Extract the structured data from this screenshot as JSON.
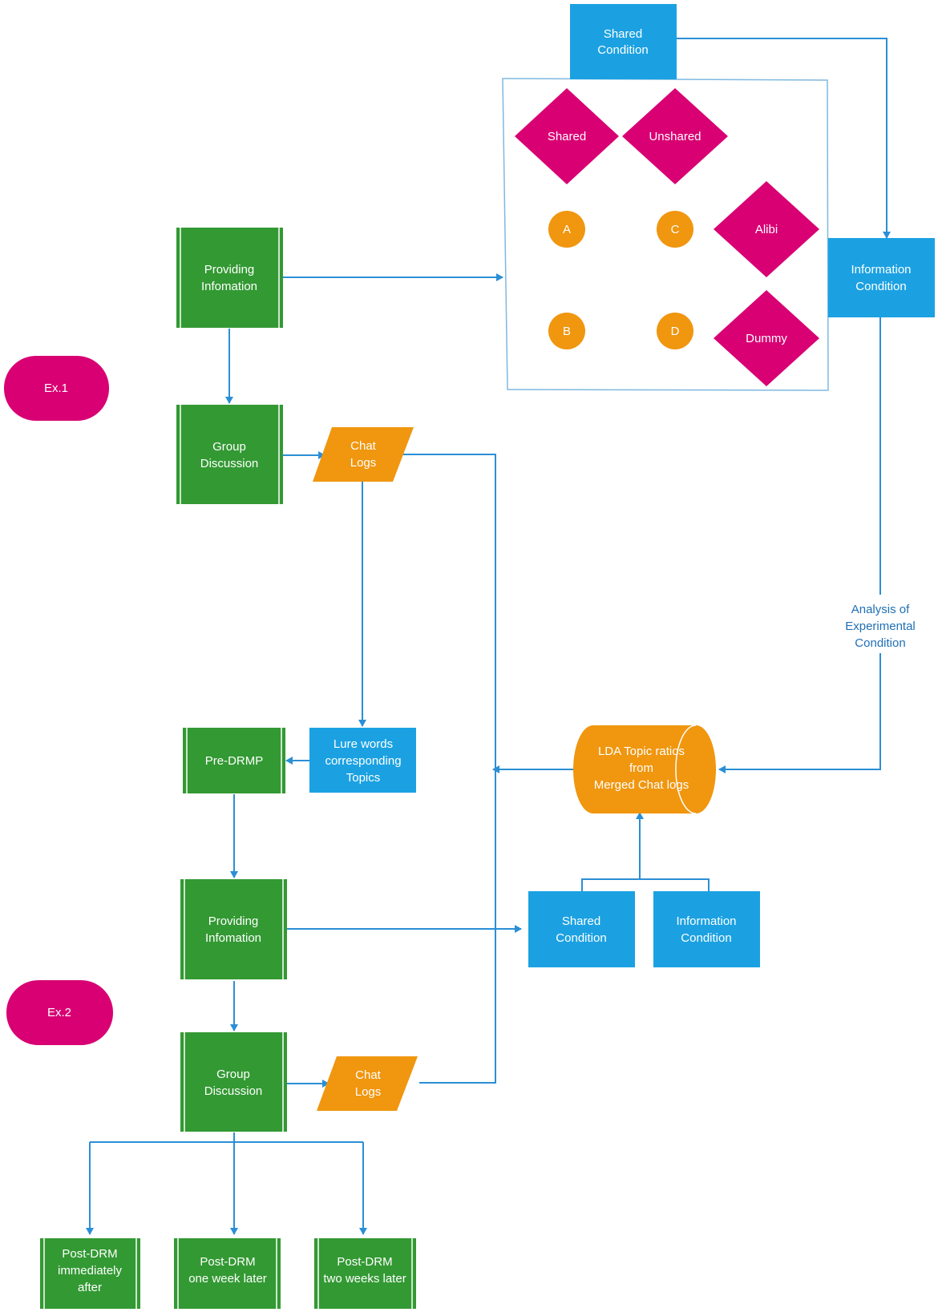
{
  "colors": {
    "process_green": "#339933",
    "accent_blue": "#1ba1e2",
    "data_orange": "#f0960f",
    "decision_magenta": "#d80073",
    "connector_blue": "#2b8fd6",
    "label_text_blue": "#1f6fb5"
  },
  "terminators": {
    "ex1": "Ex.1",
    "ex2": "Ex.2"
  },
  "top": {
    "shared_condition": [
      "Shared",
      "Condition"
    ],
    "information_condition": [
      "Information",
      "Condition"
    ],
    "analysis_label": [
      "Analysis of",
      "Experimental",
      "Condition"
    ]
  },
  "conditions_box": {
    "decision_shared": "Shared",
    "decision_unshared": "Unshared",
    "decision_alibi": "Alibi",
    "decision_dummy": "Dummy",
    "circle_a": "A",
    "circle_b": "B",
    "circle_c": "C",
    "circle_d": "D"
  },
  "ex1": {
    "providing": [
      "Providing",
      "Infomation"
    ],
    "group": [
      "Group",
      "Discussion"
    ],
    "chat": [
      "Chat",
      "Logs"
    ]
  },
  "middle": {
    "lure_words": [
      "Lure words",
      "corresponding",
      "Topics"
    ],
    "pre_drmp": "Pre-DRMP",
    "lda": [
      "LDA Topic ratios",
      "from",
      "Merged Chat logs"
    ],
    "shared_condition": [
      "Shared",
      "Condition"
    ],
    "information_condition": [
      "Information",
      "Condition"
    ]
  },
  "ex2": {
    "providing": [
      "Providing",
      "Infomation"
    ],
    "group": [
      "Group",
      "Discussion"
    ],
    "chat": [
      "Chat",
      "Logs"
    ]
  },
  "post": {
    "immediately": [
      "Post-DRM",
      "immediately",
      "after"
    ],
    "one_week": [
      "Post-DRM",
      "one week later"
    ],
    "two_weeks": [
      "Post-DRM",
      "two weeks later"
    ]
  }
}
